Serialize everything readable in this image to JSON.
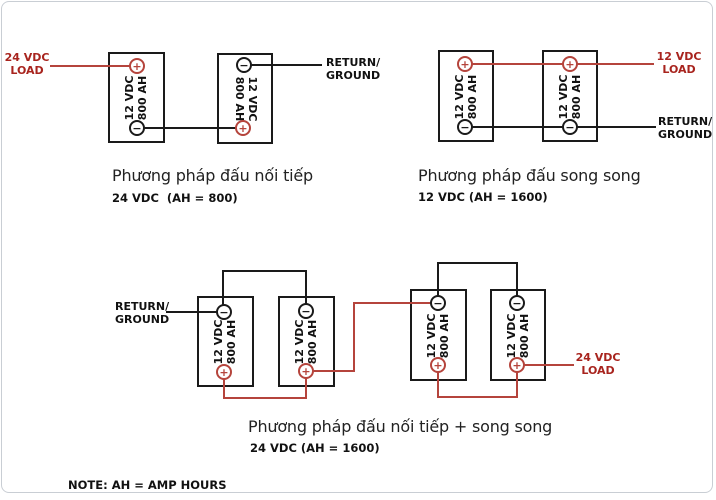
{
  "colors": {
    "wire_red": "#b5443c",
    "text_red": "#a8241e",
    "wire_black": "#1a1a1a"
  },
  "battery": {
    "line1": "12 VDC",
    "line2": "800 AH",
    "plus": "+",
    "minus": "−"
  },
  "series": {
    "load_line1": "24 VDC",
    "load_line2": "LOAD",
    "return_line1": "RETURN/",
    "return_line2": "GROUND",
    "caption": "Phương pháp đấu nối tiếp",
    "subcaption": "24 VDC  (AH = 800)"
  },
  "parallel": {
    "load_line1": "12 VDC",
    "load_line2": "LOAD",
    "return_line1": "RETURN/",
    "return_line2": "GROUND",
    "caption": "Phương pháp đấu song song",
    "subcaption": "12 VDC (AH = 1600)"
  },
  "series_parallel": {
    "return_line1": "RETURN/",
    "return_line2": "GROUND",
    "load_line1": "24 VDC",
    "load_line2": "LOAD",
    "caption": "Phương pháp đấu nối tiếp + song song",
    "subcaption": "24 VDC (AH = 1600)"
  },
  "note": "NOTE: AH = AMP HOURS"
}
